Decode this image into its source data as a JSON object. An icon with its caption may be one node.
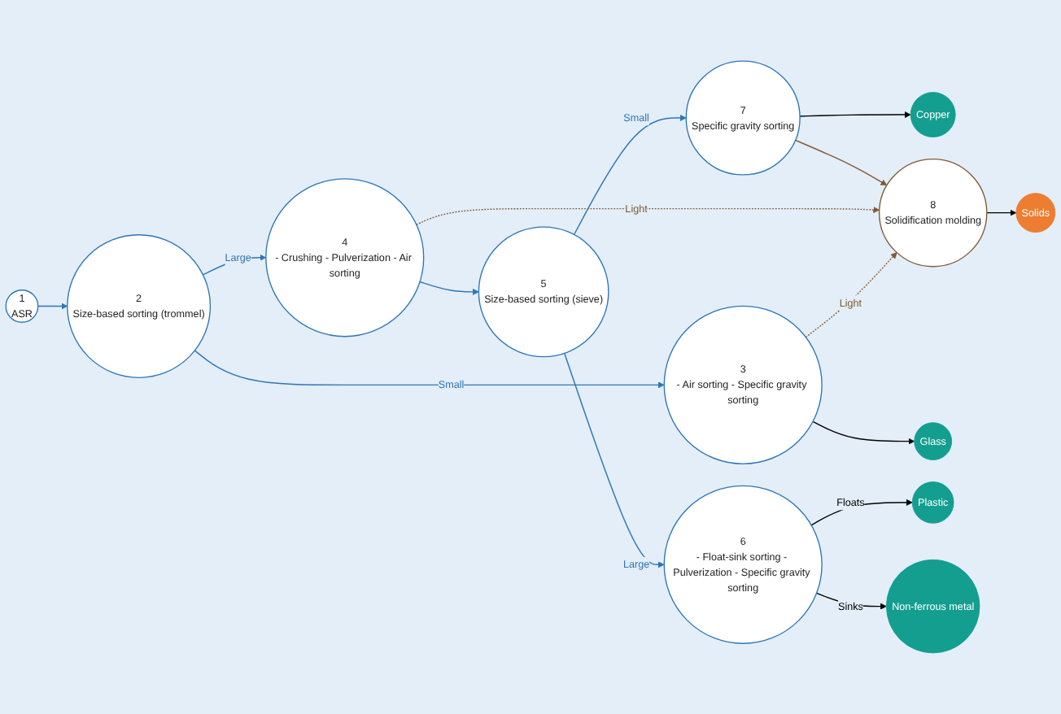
{
  "diagram": {
    "nodes": [
      {
        "text": [
          "1",
          "ASR"
        ]
      },
      {
        "text": [
          "4",
          "- Crushing - Pulverization - Air sorting"
        ]
      },
      {
        "text": [
          "5",
          "Size-based sorting (sieve)"
        ]
      },
      {
        "text": [
          "7",
          "Specific gravity sorting"
        ]
      },
      {
        "text": [
          "Copper"
        ]
      },
      {
        "text": [
          "2",
          "Size-based sorting (trommel)"
        ]
      },
      {
        "text": [
          "3",
          "- Air sorting - Specific gravity sorting"
        ]
      },
      {
        "text": [
          "6",
          "- Float-sink sorting - Pulverization - Specific gravity sorting"
        ]
      },
      {
        "text": [
          "8",
          "Solidification molding"
        ]
      },
      {
        "text": [
          "Solids"
        ]
      },
      {
        "text": [
          "Glass"
        ]
      },
      {
        "text": [
          "Plastic"
        ]
      },
      {
        "text": [
          "Non-ferrous metal"
        ]
      }
    ],
    "edges": [
      {
        "from": 0,
        "to": 5,
        "arrow": "to"
      },
      {
        "from": 5,
        "to": 1,
        "arrow": "to",
        "label": "Large"
      },
      {
        "from": 5,
        "to": 6,
        "arrow": "to",
        "label": "Small"
      },
      {
        "from": 1,
        "to": 2,
        "arrow": "to"
      },
      {
        "from": 2,
        "to": 3,
        "arrow": "to",
        "label": "Small"
      },
      {
        "from": 2,
        "to": 7,
        "arrow": "to",
        "label": "Large"
      },
      {
        "from": 3,
        "to": 4,
        "arrow": "to",
        "color": "#000000"
      },
      {
        "from": 3,
        "to": 8,
        "arrow": "to",
        "color": "#7f5a35"
      },
      {
        "from": 1,
        "to": 8,
        "arrow": "to",
        "label": "Light",
        "style": "dashed",
        "color": "#7f5a35"
      },
      {
        "from": 6,
        "to": 8,
        "arrow": "to",
        "label": "Light",
        "style": "dashed",
        "color": "#7f5a35"
      },
      {
        "from": 8,
        "to": 9,
        "arrow": "to",
        "color": "#000000"
      },
      {
        "from": 6,
        "to": 10,
        "arrow": "to",
        "color": "#000000"
      },
      {
        "from": 7,
        "to": 11,
        "arrow": "to",
        "label": "Floats",
        "color": "#000000"
      },
      {
        "from": 7,
        "to": 12,
        "arrow": "to",
        "label": "Sinks",
        "color": "#000000"
      }
    ]
  }
}
